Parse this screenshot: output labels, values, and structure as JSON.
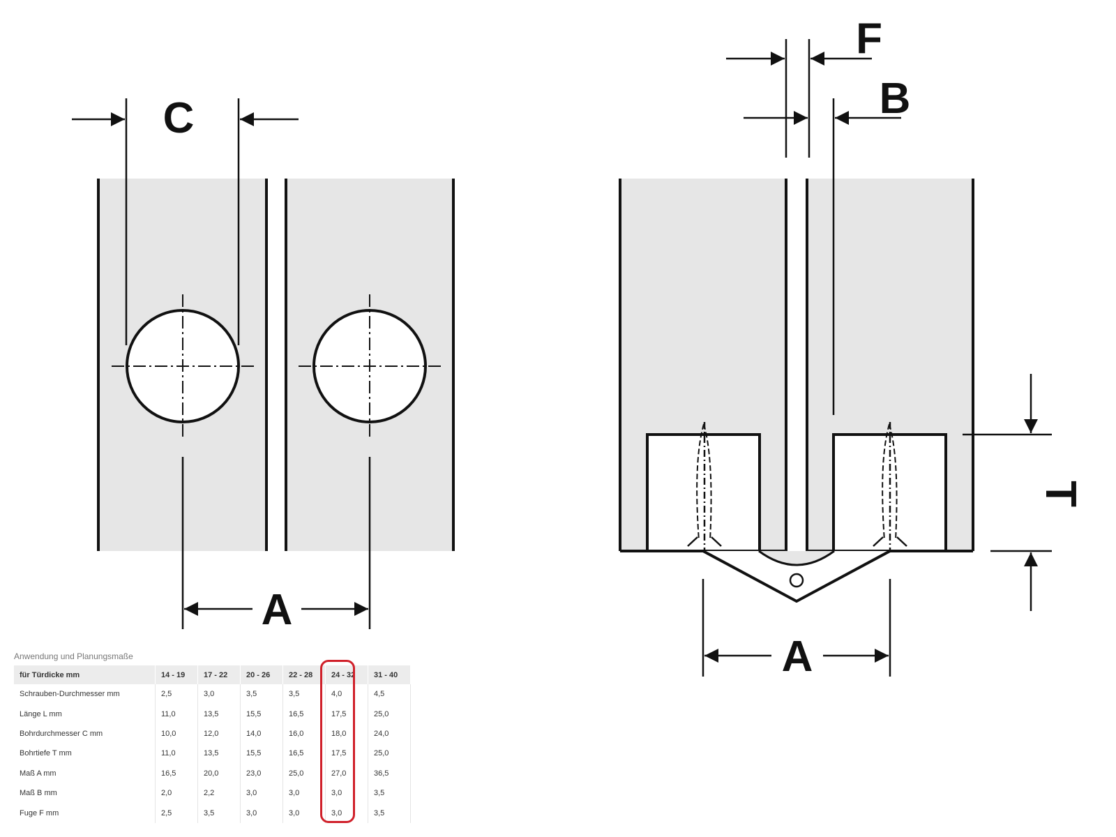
{
  "labels": {
    "c": "C",
    "a_left": "A",
    "f": "F",
    "b": "B",
    "t": "T",
    "a_right": "A"
  },
  "table": {
    "caption": "Anwendung und Planungsmaße",
    "header_label": "für Türdicke mm",
    "columns": [
      "14 - 19",
      "17 - 22",
      "20 - 26",
      "22 - 28",
      "24 - 32",
      "31 - 40"
    ],
    "rows": [
      {
        "label": "Schrauben-Durchmesser mm",
        "values": [
          "2,5",
          "3,0",
          "3,5",
          "3,5",
          "4,0",
          "4,5"
        ]
      },
      {
        "label": "Länge L mm",
        "values": [
          "11,0",
          "13,5",
          "15,5",
          "16,5",
          "17,5",
          "25,0"
        ]
      },
      {
        "label": "Bohrdurchmesser C mm",
        "values": [
          "10,0",
          "12,0",
          "14,0",
          "16,0",
          "18,0",
          "24,0"
        ]
      },
      {
        "label": "Bohrtiefe T mm",
        "values": [
          "11,0",
          "13,5",
          "15,5",
          "16,5",
          "17,5",
          "25,0"
        ]
      },
      {
        "label": "Maß A mm",
        "values": [
          "16,5",
          "20,0",
          "23,0",
          "25,0",
          "27,0",
          "36,5"
        ]
      },
      {
        "label": "Maß B mm",
        "values": [
          "2,0",
          "2,2",
          "3,0",
          "3,0",
          "3,0",
          "3,5"
        ]
      },
      {
        "label": "Fuge F mm",
        "values": [
          "2,5",
          "3,5",
          "3,0",
          "3,0",
          "3,0",
          "3,5"
        ]
      }
    ],
    "highlight_column_index": 4,
    "highlight_color": "#d0202a"
  },
  "colors": {
    "panel_fill": "#e6e6e6",
    "line": "#111111"
  }
}
